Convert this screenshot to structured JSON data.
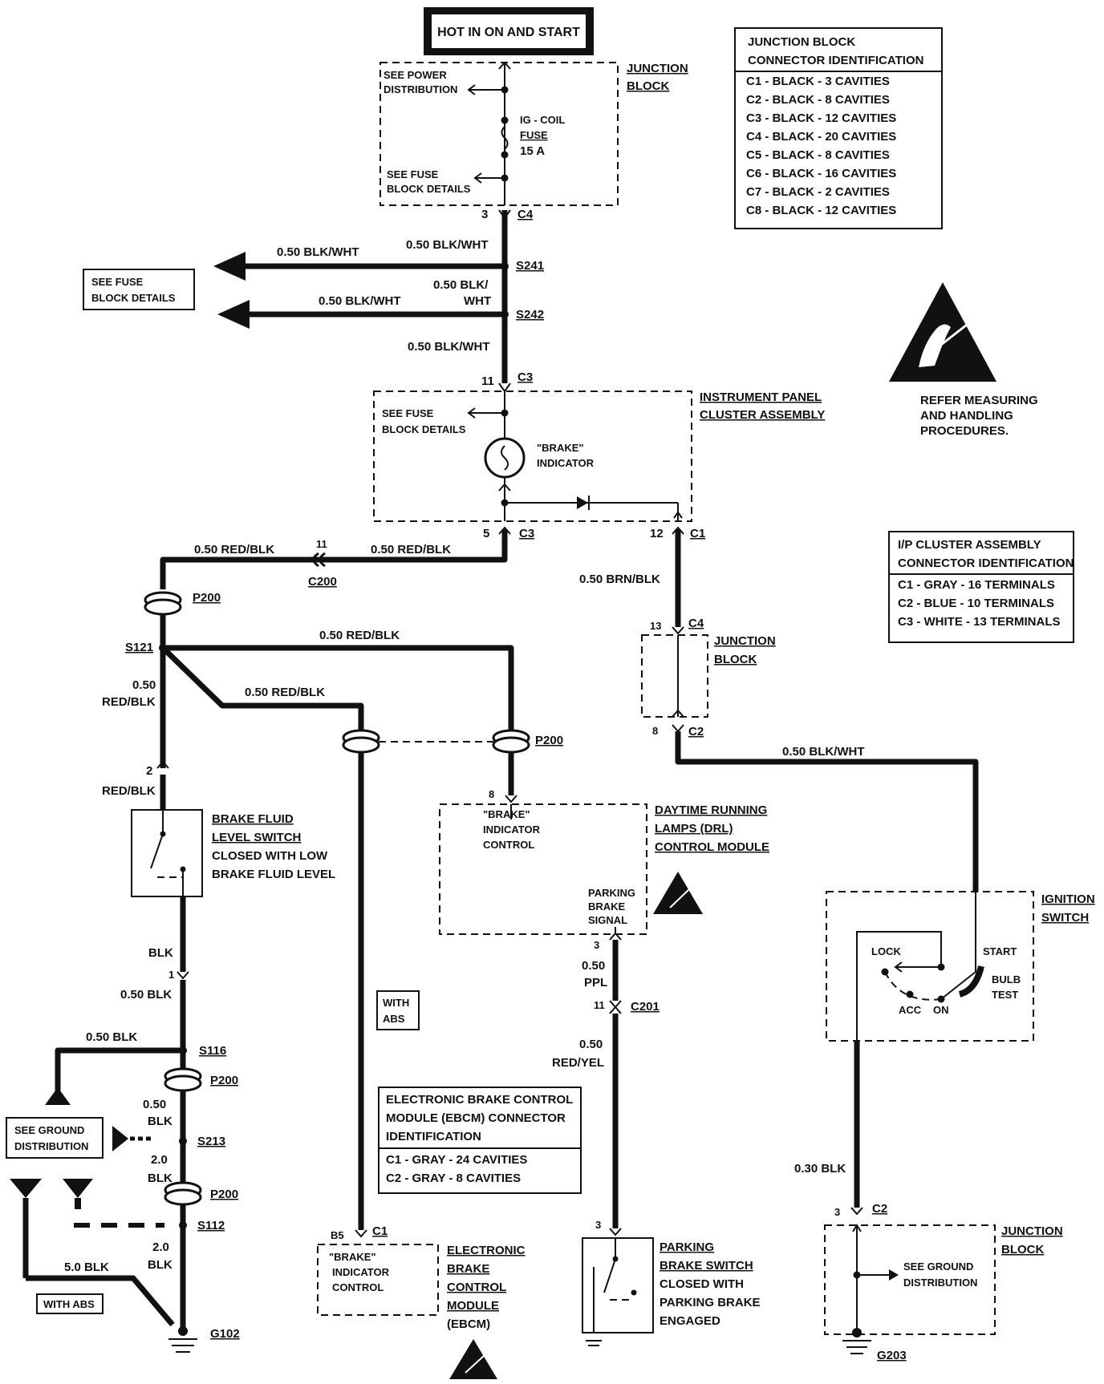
{
  "title_box": "HOT IN ON AND START",
  "junction_block_top": {
    "label_l1": "JUNCTION",
    "label_l2": "BLOCK",
    "see_power_l1": "SEE POWER",
    "see_power_l2": "DISTRIBUTION",
    "fuse_l1": "IG - COIL",
    "fuse_l2": "FUSE",
    "fuse_l3": "15 A",
    "see_fuse_l1": "SEE  FUSE",
    "see_fuse_l2": "BLOCK  DETAILS",
    "pin": "3",
    "conn": "C4"
  },
  "jb_conn_table": {
    "header_l1": "JUNCTION BLOCK",
    "header_l2": "CONNECTOR IDENTIFICATION",
    "rows": [
      "C1 - BLACK - 3  CAVITIES",
      "C2 - BLACK - 8  CAVITIES",
      "C3 - BLACK - 12  CAVITIES",
      "C4 - BLACK - 20  CAVITIES",
      "C5 - BLACK - 8  CAVITIES",
      "C6 - BLACK - 16  CAVITIES",
      "C7 - BLACK - 2  CAVITIES",
      "C8 - BLACK - 12  CAVITIES"
    ]
  },
  "splices_top": {
    "wire_main_1": "0.50 BLK/WHT",
    "branch_1": "0.50 BLK/WHT",
    "s241": "S241",
    "wire_main_2_l1": "0.50 BLK/",
    "wire_main_2_l2": "WHT",
    "branch_2": "0.50 BLK/WHT",
    "s242": "S242",
    "wire_main_3": "0.50 BLK/WHT",
    "see_fuse_l1": "SEE  FUSE",
    "see_fuse_l2": "BLOCK  DETAILS"
  },
  "esd_top": {
    "l1": "REFER MEASURING",
    "l2": "AND HANDLING",
    "l3": "PROCEDURES."
  },
  "cluster": {
    "pin_in": "11",
    "conn_in": "C3",
    "label_l1": "INSTRUMENT PANEL",
    "label_l2": "CLUSTER ASSEMBLY",
    "see_fuse_l1": "SEE  FUSE",
    "see_fuse_l2": "BLOCK  DETAILS",
    "indicator_l1": "\"BRAKE\"",
    "indicator_l2": "INDICATOR",
    "pin_out_1": "5",
    "conn_out_1": "C3",
    "pin_out_2": "12",
    "conn_out_2": "C1"
  },
  "ip_conn_table": {
    "header_l1": "I/P CLUSTER ASSEMBLY",
    "header_l2": "CONNECTOR IDENTIFICATION",
    "rows": [
      "C1 - GRAY - 16  TERMINALS",
      "C2 - BLUE - 10  TERMINALS",
      "C3 - WHITE - 13  TERMINALS"
    ]
  },
  "left_circuit": {
    "wire_a": "0.50 RED/BLK",
    "c200_pin": "11",
    "c200": "C200",
    "wire_b": "0.50 RED/BLK",
    "p200_a": "P200",
    "s121": "S121",
    "wire_c": "0.50 RED/BLK",
    "wire_d": "0.50 RED/BLK",
    "wire_e_l1": "0.50",
    "wire_e_l2": "RED/BLK",
    "pin_2": "2",
    "wire_f": "RED/BLK",
    "switch_l1": "BRAKE FLUID",
    "switch_l2": "LEVEL SWITCH",
    "switch_l3": "CLOSED WITH LOW",
    "switch_l4": "BRAKE FLUID LEVEL",
    "blk": "BLK",
    "pin_1": "1",
    "wire_g": "0.50 BLK",
    "wire_h": "0.50 BLK",
    "s116": "S116",
    "p200_b": "P200",
    "wire_i_l1": "0.50",
    "wire_i_l2": "BLK",
    "see_ground_l1": "SEE GROUND",
    "see_ground_l2": "DISTRIBUTION",
    "s213": "S213",
    "wire_j_l1": "2.0",
    "wire_j_l2": "BLK",
    "p200_c": "P200",
    "s112": "S112",
    "wire_k_l1": "2.0",
    "wire_k_l2": "BLK",
    "wire_l": "5.0 BLK",
    "with_abs": "WITH ABS",
    "g102": "G102"
  },
  "middle": {
    "p200": "P200",
    "with_abs_l1": "WITH",
    "with_abs_l2": "ABS",
    "drl_pin": "8",
    "drl_ctl_l1": "\"BRAKE\"",
    "drl_ctl_l2": "INDICATOR",
    "drl_ctl_l3": "CONTROL",
    "drl_label_l1": "DAYTIME RUNNING",
    "drl_label_l2": "LAMPS (DRL)",
    "drl_label_l3": "CONTROL MODULE",
    "pb_sig_l1": "PARKING",
    "pb_sig_l2": "BRAKE",
    "pb_sig_l3": "SIGNAL",
    "pin_3": "3",
    "wire_ppl_l1": "0.50",
    "wire_ppl_l2": "PPL",
    "c201_pin": "11",
    "c201": "C201",
    "wire_ry_l1": "0.50",
    "wire_ry_l2": "RED/YEL",
    "pin_3b": "3",
    "pbs_l1": "PARKING",
    "pbs_l2": "BRAKE SWITCH",
    "pbs_l3": "CLOSED WITH",
    "pbs_l4": "PARKING BRAKE",
    "pbs_l5": "ENGAGED",
    "ebcm_pin": "B5",
    "ebcm_conn": "C1",
    "ebcm_ctl_l1": "\"BRAKE\"",
    "ebcm_ctl_l2": "INDICATOR",
    "ebcm_ctl_l3": "CONTROL",
    "ebcm_l1": "ELECTRONIC",
    "ebcm_l2": "BRAKE",
    "ebcm_l3": "CONTROL",
    "ebcm_l4": "MODULE",
    "ebcm_l5": "(EBCM)",
    "ebcm_table_l1": "ELECTRONIC BRAKE CONTROL",
    "ebcm_table_l2": "MODULE (EBCM) CONNECTOR",
    "ebcm_table_l3": "IDENTIFICATION",
    "ebcm_table_rows": [
      "C1 - GRAY - 24  CAVITIES",
      "C2 - GRAY - 8  CAVITIES"
    ]
  },
  "right": {
    "wire_brn": "0.50 BRN/BLK",
    "jb_pin_13": "13",
    "jb_c4": "C4",
    "jb_l1": "JUNCTION",
    "jb_l2": "BLOCK",
    "jb_pin_8": "8",
    "jb_c2": "C2",
    "wire_bw": "0.50 BLK/WHT",
    "ign_l1": "IGNITION",
    "ign_l2": "SWITCH",
    "lock": "LOCK",
    "acc": "ACC",
    "on": "ON",
    "start": "START",
    "bulb_l1": "BULB",
    "bulb_l2": "TEST",
    "wire_030": "0.30 BLK",
    "jb2_pin": "3",
    "jb2_conn": "C2",
    "jb2_l1": "JUNCTION",
    "jb2_l2": "BLOCK",
    "see_gd_l1": "SEE GROUND",
    "see_gd_l2": "DISTRIBUTION",
    "g203": "G203"
  }
}
